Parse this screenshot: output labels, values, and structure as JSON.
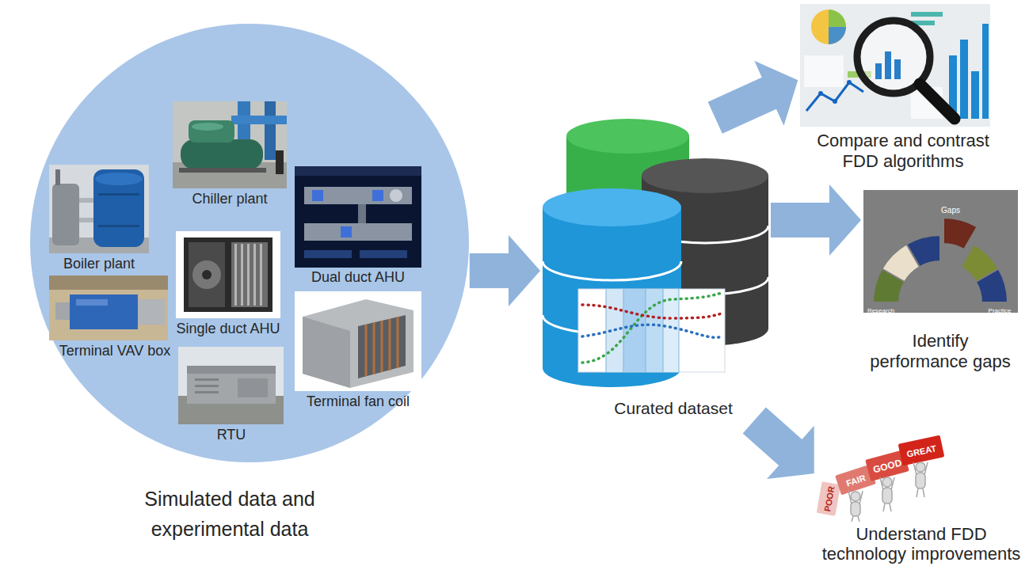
{
  "diagram": {
    "nodes": [
      {
        "text": [
          "Simulated data and experimental data"
        ]
      },
      {
        "text": [
          "Chiller plant"
        ],
        "in": 0
      },
      {
        "text": [
          "Boiler plant"
        ],
        "in": 0
      },
      {
        "text": [
          "Dual duct AHU"
        ],
        "in": 0
      },
      {
        "text": [
          "Single duct AHU"
        ],
        "in": 0
      },
      {
        "text": [
          "Terminal VAV box"
        ],
        "in": 0
      },
      {
        "text": [
          "Terminal fan coil"
        ],
        "in": 0
      },
      {
        "text": [
          "RTU"
        ],
        "in": 0
      },
      {
        "text": [
          "Curated dataset"
        ]
      },
      {
        "text": [
          "Compare and contrast FDD algorithms"
        ]
      },
      {
        "text": [
          "Identify performance gaps"
        ]
      },
      {
        "text": [
          "Understand FDD technology improvements"
        ]
      }
    ],
    "edges": [
      {
        "from": 0,
        "to": 8,
        "arrow": "to"
      },
      {
        "from": 8,
        "to": 9,
        "arrow": "to"
      },
      {
        "from": 8,
        "to": 10,
        "arrow": "to"
      },
      {
        "from": 8,
        "to": 11,
        "arrow": "to"
      }
    ],
    "labels": [
      "Gaps",
      "Research",
      "Practice",
      "POOR",
      "FAIR",
      "GOOD",
      "GREAT"
    ]
  }
}
